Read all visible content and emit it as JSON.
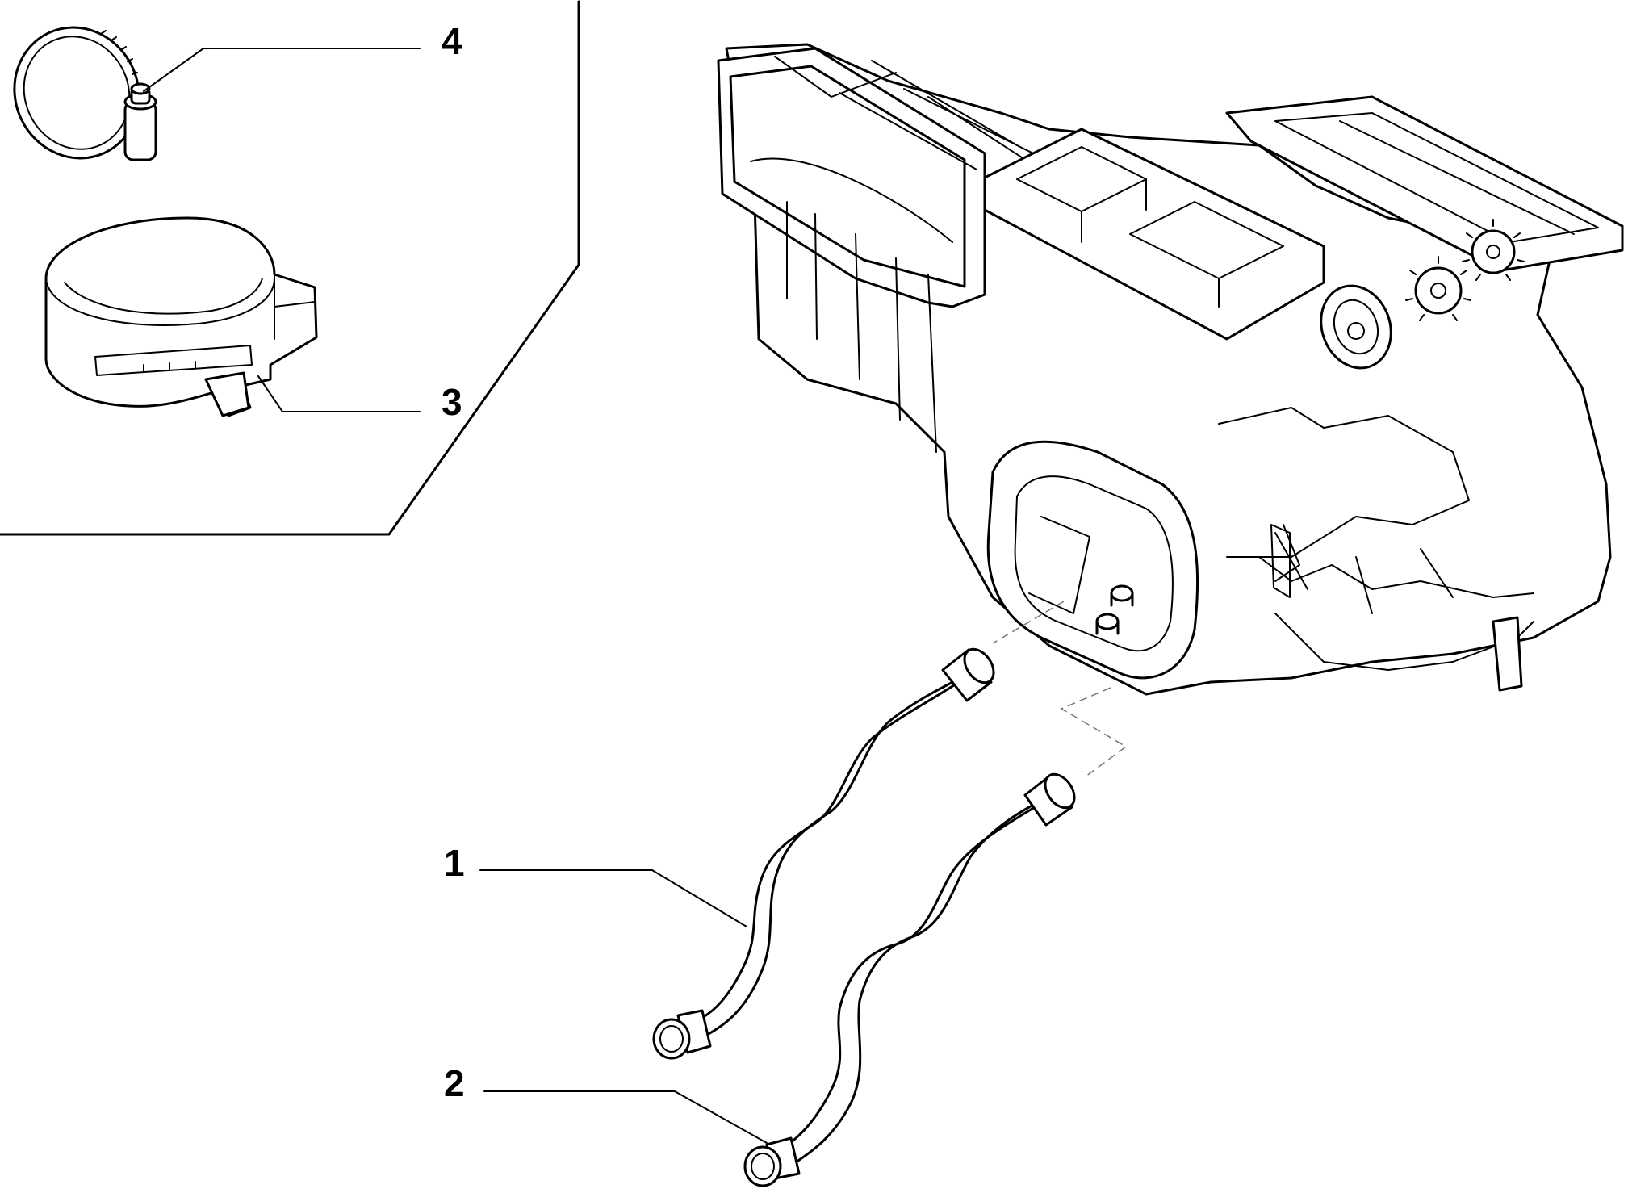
{
  "diagram": {
    "callouts": [
      {
        "id": "1",
        "label": "1"
      },
      {
        "id": "2",
        "label": "2"
      },
      {
        "id": "3",
        "label": "3"
      },
      {
        "id": "4",
        "label": "4"
      }
    ],
    "colors": {
      "line": "#000000",
      "background": "#ffffff",
      "dashed_leader": "#777777"
    }
  }
}
